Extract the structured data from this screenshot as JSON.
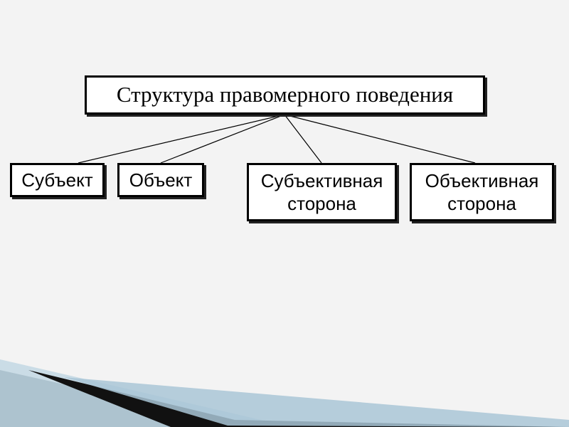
{
  "diagram": {
    "root": {
      "label": "Структура правомерного поведения"
    },
    "children": [
      {
        "lines": [
          "Субъект"
        ]
      },
      {
        "lines": [
          "Объект"
        ]
      },
      {
        "lines": [
          "Субъективная",
          "сторона"
        ]
      },
      {
        "lines": [
          "Объективная",
          "сторона"
        ]
      }
    ]
  },
  "colors": {
    "background": "#f3f3f3",
    "box_fill": "#ffffff",
    "border": "#000000",
    "decor_dark": "#111111",
    "decor_light": "#a9c6d6"
  }
}
